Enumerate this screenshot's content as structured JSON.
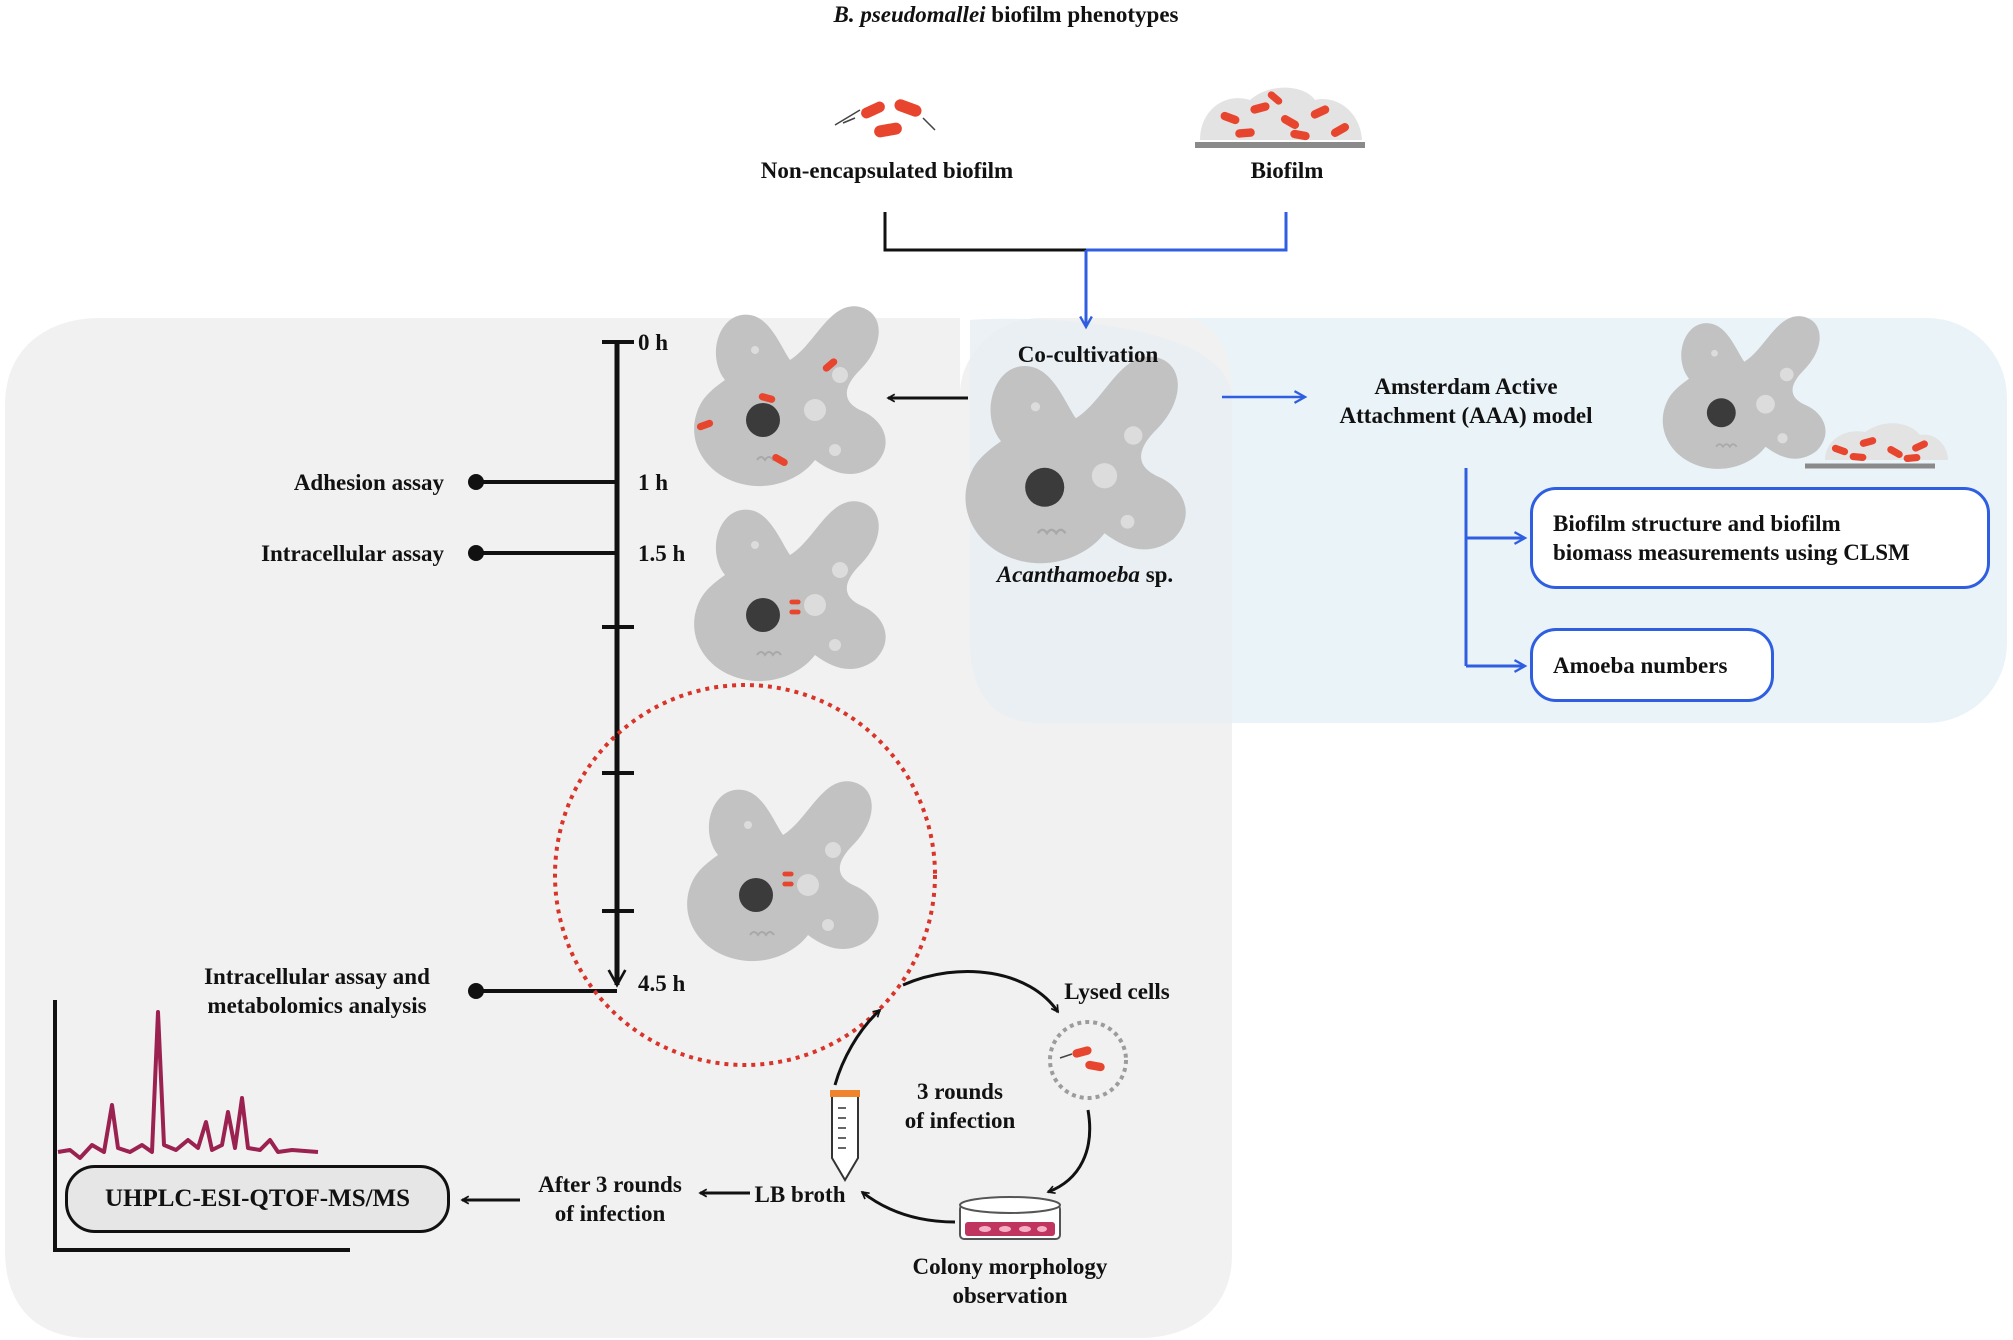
{
  "header": {
    "title_italic": "B. pseudomallei",
    "title_rest": " biofilm phenotypes"
  },
  "phenotypes": {
    "non_encapsulated": "Non-encapsulated biofilm",
    "biofilm": "Biofilm"
  },
  "cocultivation": {
    "label": "Co-cultivation",
    "organism_italic": "Acanthamoeba",
    "organism_rest": " sp."
  },
  "aaa_model": {
    "label_line1": "Amsterdam Active",
    "label_line2": "Attachment (AAA) model",
    "outputs": [
      {
        "line1": "Biofilm structure and biofilm",
        "line2": "biomass measurements using CLSM"
      },
      {
        "line1": "Amoeba numbers",
        "line2": ""
      }
    ]
  },
  "timeline": {
    "ticks": [
      "0 h",
      "1 h",
      "1.5 h",
      "4.5 h"
    ],
    "assays": {
      "adhesion": "Adhesion assay",
      "intracellular": "Intracellular assay",
      "final_line1": "Intracellular assay and",
      "final_line2": "metabolomics analysis"
    }
  },
  "infection_cycle": {
    "lysed": "Lysed cells",
    "rounds_line1": "3 rounds",
    "rounds_line2": "of infection",
    "colony_line1": "Colony morphology",
    "colony_line2": "observation",
    "lb_broth": "LB broth",
    "after_line1": "After 3 rounds",
    "after_line2": "of infection"
  },
  "instrument": {
    "label": "UHPLC-ESI-QTOF-MS/MS"
  },
  "colors": {
    "blue": "#2f5fe0",
    "bacteria_red": "#e8452f",
    "amoeba_gray": "#c2c2c2",
    "spectrum": "#9b2250",
    "panel_gray": "#f1f1f1",
    "panel_blue": "#eaf3f8"
  }
}
